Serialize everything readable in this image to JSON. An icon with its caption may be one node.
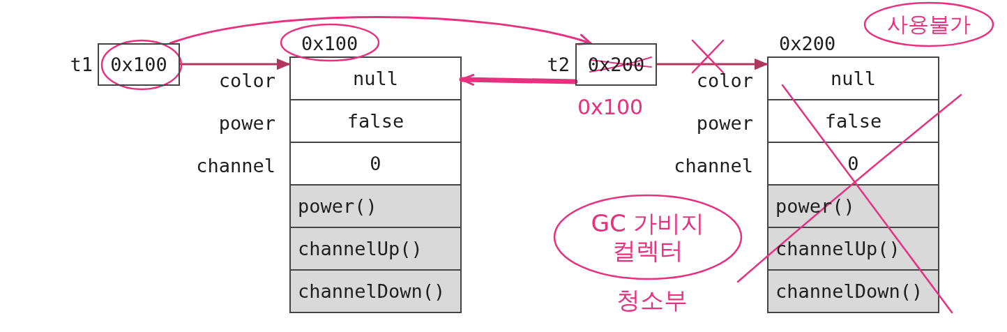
{
  "diagram": {
    "nodes": [
      {
        "text": [
          "0x100"
        ],
        "beside": [
          "t1"
        ]
      },
      {
        "text": [
          "0x100"
        ]
      },
      {
        "text": [
          "null"
        ],
        "in": 1,
        "beside": [
          "color"
        ]
      },
      {
        "text": [
          "false"
        ],
        "in": 1,
        "beside": [
          "power"
        ]
      },
      {
        "text": [
          "0"
        ],
        "in": 1,
        "beside": [
          "channel"
        ]
      },
      {
        "text": [
          "power()"
        ],
        "in": 1
      },
      {
        "text": [
          "channelUp()"
        ],
        "in": 1
      },
      {
        "text": [
          "channelDown()"
        ],
        "in": 1
      },
      {
        "text": [
          "0x200"
        ],
        "beside": [
          "t2",
          "0x100"
        ]
      },
      {
        "text": [
          "0x200"
        ]
      },
      {
        "text": [
          "null"
        ],
        "in": 9,
        "beside": [
          "color"
        ]
      },
      {
        "text": [
          "false"
        ],
        "in": 9,
        "beside": [
          "power"
        ]
      },
      {
        "text": [
          "0"
        ],
        "in": 9,
        "beside": [
          "channel"
        ]
      },
      {
        "text": [
          "power()"
        ],
        "in": 9
      },
      {
        "text": [
          "channelUp()"
        ],
        "in": 9
      },
      {
        "text": [
          "channelDown()"
        ],
        "in": 9
      },
      {
        "text": [
          "사용불가"
        ]
      },
      {
        "text": [
          "GC 가비지 컬렉터"
        ],
        "beside": [
          "청소부"
        ]
      }
    ],
    "edges": [
      {
        "from": 0,
        "to": 1,
        "arrow": "to",
        "color": "#b0365c"
      },
      {
        "from": 8,
        "to": 9,
        "arrow": "to",
        "color": "#b0365c"
      },
      {
        "from": 0,
        "to": 8,
        "arrow": "to",
        "color": "#e8317e"
      },
      {
        "from": 8,
        "to": 1,
        "arrow": "to",
        "style": "thick",
        "color": "#e8317e"
      }
    ]
  }
}
